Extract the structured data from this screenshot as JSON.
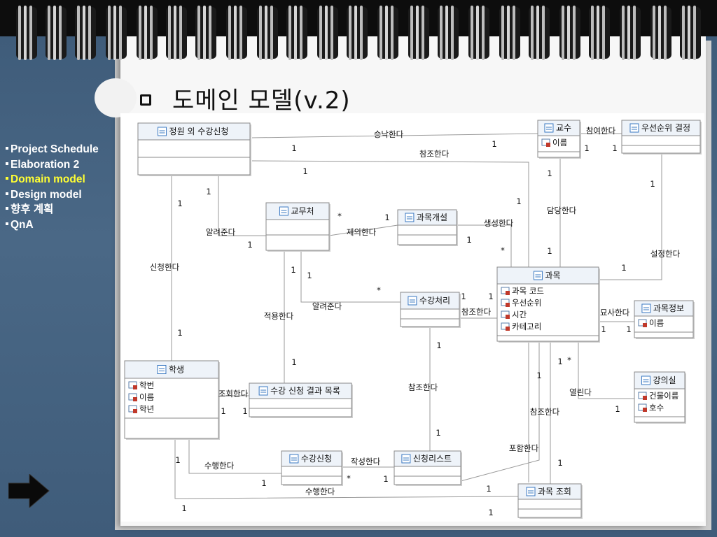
{
  "slide": {
    "title": "도메인 모델(v.2)"
  },
  "nav": {
    "items": [
      {
        "label": "Project Schedule",
        "active": false
      },
      {
        "label": "Elaboration 2",
        "active": false
      },
      {
        "label": "Domain model",
        "active": true
      },
      {
        "label": "Design model",
        "active": false
      },
      {
        "label": "향후 계획",
        "active": false
      },
      {
        "label": "QnA",
        "active": false
      }
    ]
  },
  "colors": {
    "background": "#4a6886",
    "nav_text": "#ffffff",
    "nav_active": "#ffff33",
    "class_header": "#eef3f9",
    "attr_icon": "#c0392b",
    "class_icon": "#3a78c2"
  },
  "diagram": {
    "classes": [
      {
        "id": "c1",
        "name": "정원 외 수강신청",
        "attributes": []
      },
      {
        "id": "c2",
        "name": "교수",
        "attributes": [
          "이름"
        ]
      },
      {
        "id": "c3",
        "name": "우선순위 결정",
        "attributes": []
      },
      {
        "id": "c4",
        "name": "교무처",
        "attributes": []
      },
      {
        "id": "c5",
        "name": "과목개설",
        "attributes": []
      },
      {
        "id": "c6",
        "name": "과목",
        "attributes": [
          "과목 코드",
          "우선순위",
          "시간",
          "카테고리"
        ]
      },
      {
        "id": "c7",
        "name": "수강처리",
        "attributes": []
      },
      {
        "id": "c8",
        "name": "과목정보",
        "attributes": [
          "이름"
        ]
      },
      {
        "id": "c9",
        "name": "학생",
        "attributes": [
          "학번",
          "이름",
          "학년"
        ]
      },
      {
        "id": "c10",
        "name": "수강 신청 결과 목록",
        "attributes": []
      },
      {
        "id": "c11",
        "name": "강의실",
        "attributes": [
          "건물이름",
          "호수"
        ]
      },
      {
        "id": "c12",
        "name": "수강신청",
        "attributes": []
      },
      {
        "id": "c13",
        "name": "신청리스트",
        "attributes": []
      },
      {
        "id": "c14",
        "name": "과목 조회",
        "attributes": []
      }
    ],
    "associations": [
      "승낙한다",
      "참조한다",
      "참여한다",
      "담당한다",
      "설정한다",
      "알려준다",
      "제의한다",
      "생성한다",
      "신청한다",
      "알려준다",
      "적용한다",
      "참조한다",
      "묘사한다",
      "조회한다",
      "참조한다",
      "열린다",
      "참조한다",
      "포함한다",
      "수행한다",
      "작성한다",
      "수행한다"
    ],
    "multiplicities": [
      "1",
      "1",
      "1",
      "1",
      "1",
      "1",
      "1",
      "1",
      "1",
      "*",
      "1",
      "1",
      "1",
      "1",
      "*",
      "1",
      "1",
      "1",
      "1",
      "*",
      "1",
      "1",
      "1",
      "1",
      "1",
      "1",
      "1",
      "*",
      "1",
      "1",
      "1",
      "1",
      "1",
      "1",
      "1",
      "1",
      "1",
      "*",
      "1",
      "1",
      "1",
      "1"
    ]
  }
}
